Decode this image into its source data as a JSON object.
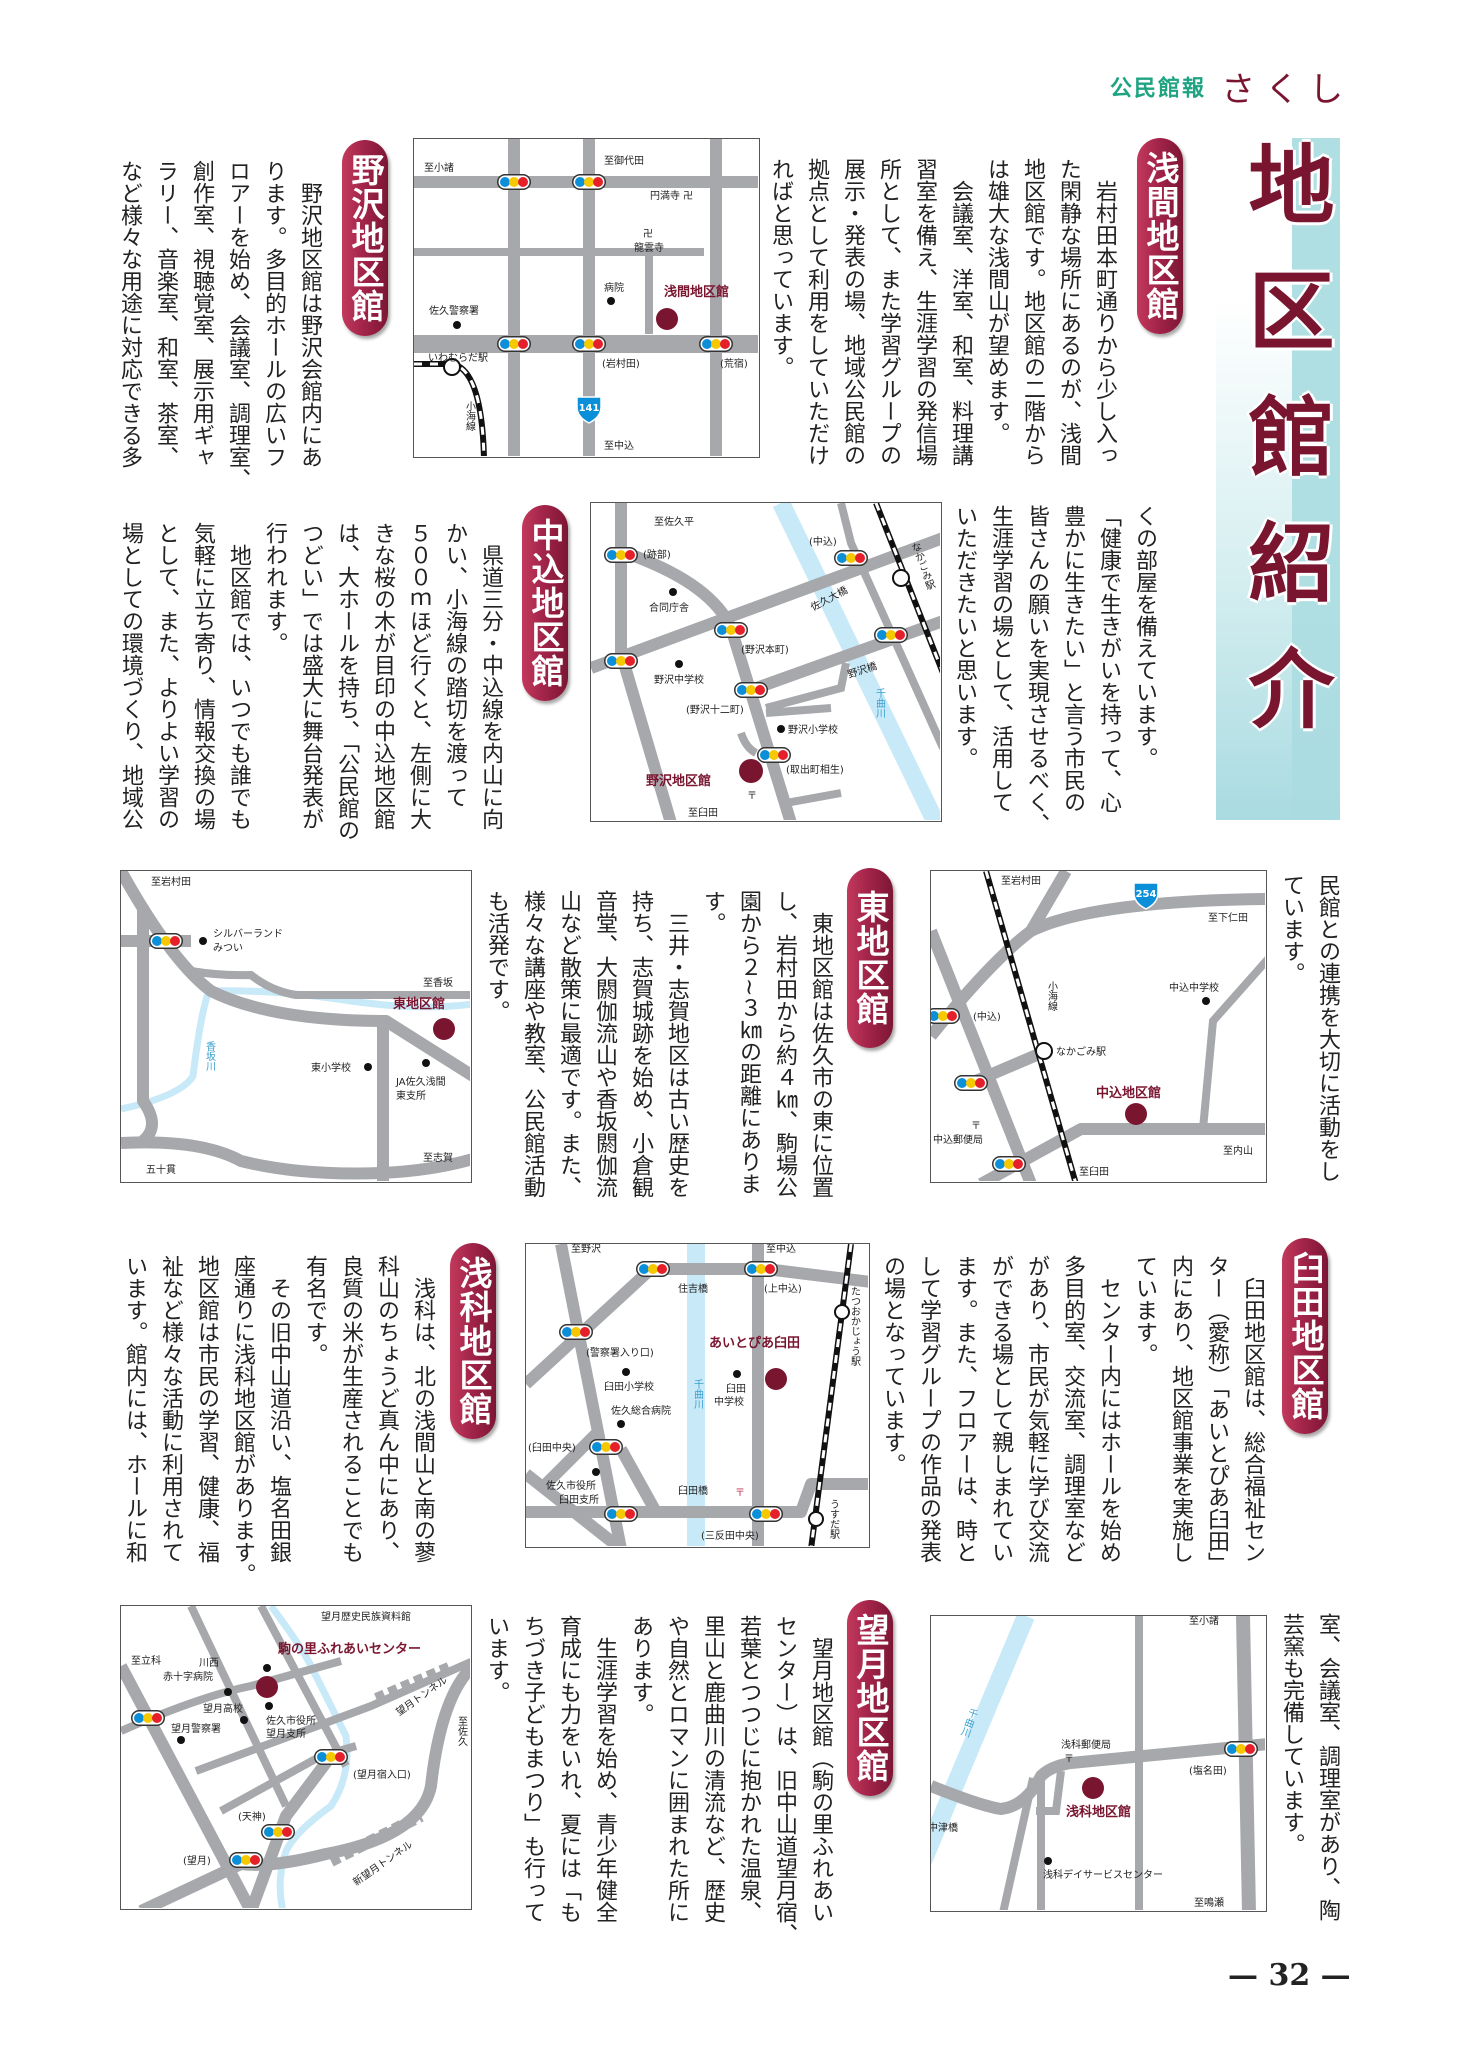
{
  "header": {
    "publication": "公民館報",
    "name": "さくし"
  },
  "title": "地区館紹介",
  "page_number": "— 32 —",
  "colors": {
    "maroon": "#7a1530",
    "teal": "#b0dfe3",
    "header_green": "#1fa383"
  },
  "sections": {
    "asama": {
      "badge": "浅間地区館",
      "text": "　岩村田本町通りから少し入っ\nた閑静な場所にあるのが、浅間\n地区館です。地区館の二階から\nは雄大な浅間山が望めます。\n　会議室、洋室、和室、料理講\n習室を備え、生涯学習の発信場\n所として、また学習グループの\n展示・発表の場、地域公民館の\n拠点として利用をしていただけ\nればと思っています。"
    },
    "nozawa": {
      "badge": "野沢地区館",
      "text": "　野沢地区館は野沢会館内にあ\nります。多目的ホールの広いフ\nロアーを始め、会議室、調理室、\n創作室、視聴覚室、展示用ギャ\nラリー、音楽室、和室、茶室、\nなど様々な用途に対応できる多",
      "text_cont": "くの部屋を備えています。\n「健康で生きがいを持って、心\n豊かに生きたい」と言う市民の\n皆さんの願いを実現させるべく、\n生涯学習の場として、活用して\nいただきたいと思います。"
    },
    "nakagomi": {
      "badge": "中込地区館",
      "text": "　県道三分・中込線を内山に向\nかい、小海線の踏切を渡って\n５００ｍほど行くと、左側に大\nきな桜の木が目印の中込地区館\nは、大ホールを持ち、「公民館の\nつどい」では盛大に舞台発表が\n行われます。\n　地区館では、いつでも誰でも\n気軽に立ち寄り、情報交換の場\nとして、また、よりよい学習の\n場としての環境づくり、地域公",
      "text_cont": "民館との連携を大切に活動をし\nています。"
    },
    "higashi": {
      "badge": "東地区館",
      "text": "　東地区館は佐久市の東に位置\nし、岩村田から約４㎞、駒場公\n園から２~３㎞の距離にありま\nす。\n　三井・志賀地区は古い歴史を\n持ち、志賀城跡を始め、小倉観\n音堂、大閼伽流山や香坂閼伽流\n山など散策に最適です。また、\n様々な講座や教室、公民館活動\nも活発です。"
    },
    "usuda": {
      "badge": "臼田地区館",
      "text": "　臼田地区館は、総合福祉セン\nター（愛称）「あいとぴあ臼田」\n内にあり、地区館事業を実施し\nています。\n　センター内にはホールを始め\n多目的室、交流室、調理室など\nがあり、市民が気軽に学び交流\nができる場として親しまれてい\nます。また、フロアーは、時と\nして学習グループの作品の発表\nの場となっています。"
    },
    "asashina": {
      "badge": "浅科地区館",
      "text": "　浅科は、北の浅間山と南の蓼\n科山のちょうど真ん中にあり、\n良質の米が生産されることでも\n有名です。\n　その旧中山道沿い、塩名田銀\n座通りに浅科地区館があります。\n地区館は市民の学習、健康、福\n祉など様々な活動に利用されて\nいます。館内には、ホールに和",
      "text_cont": "室、会議室、調理室があり、陶\n芸窯も完備しています。"
    },
    "mochizuki": {
      "badge": "望月地区館",
      "text": "　望月地区館（駒の里ふれあい\nセンター）は、旧中山道望月宿、\n若葉とつつじに抱かれた温泉、\n里山と鹿曲川の清流など、歴史\nや自然とロマンに囲まれた所に\nあります。\n　生涯学習を始め、青少年健全\n育成にも力をいれ、夏には「も\nちづき子どもまつり」も行って\nいます。"
    }
  },
  "maps": {
    "asama": {
      "labels": [
        "至小諸",
        "至御代田",
        "円満寺 卍",
        "卍",
        "龍雲寺",
        "病院",
        "浅間地区館",
        "佐久警察署",
        "いわむらだ駅",
        "(岩村田)",
        "(荒宿)",
        "小海線",
        "至中込"
      ],
      "route": "141"
    },
    "nozawa": {
      "labels": [
        "至佐久平",
        "(跡部)",
        "(中込)",
        "なかごみ駅",
        "合同庁舎",
        "佐久大橋",
        "(野沢本町)",
        "野沢中学校",
        "野沢橋",
        "(野沢十二町)",
        "千曲川",
        "野沢小学校",
        "(取出町相生)",
        "野沢地区館",
        "〒",
        "至臼田"
      ]
    },
    "nakagomi": {
      "labels": [
        "至岩村田",
        "至下仁田",
        "小海線",
        "中込中学校",
        "(中込)",
        "なかごみ駅",
        "中込地区館",
        "〒",
        "中込郵便局",
        "至内山",
        "至臼田"
      ],
      "route": "254"
    },
    "higashi": {
      "labels": [
        "至岩村田",
        "シルバーランド",
        "みつい",
        "至香坂",
        "東地区館",
        "香坂川",
        "東小学校",
        "JA佐久浅間",
        "東支所",
        "五十貫",
        "至志賀"
      ]
    },
    "usuda": {
      "labels": [
        "至野沢",
        "至中込",
        "住吉橋",
        "(上中込)",
        "たつおかじょう駅",
        "(警察署入り口)",
        "あいとぴあ臼田",
        "臼田小学校",
        "臼田",
        "中学校",
        "佐久総合病院",
        "千曲川",
        "(臼田中央)",
        "佐久市役所",
        "臼田支所",
        "臼田橋",
        "〒",
        "(三反田中央)",
        "うすだ駅"
      ]
    },
    "asashina": {
      "labels": [
        "至小諸",
        "千曲川",
        "浅科郵便局",
        "〒",
        "(塩名田)",
        "浅科地区館",
        "中津橋",
        "浅科デイサービスセンター",
        "至鳴瀬"
      ]
    },
    "mochizuki": {
      "labels": [
        "望月歴史民族資料館",
        "駒の里ふれあいセンター",
        "至立科",
        "川西",
        "赤十字病院",
        "望月高校",
        "望月警察署",
        "佐久市役所",
        "望月支所",
        "望月トンネル",
        "至佐久",
        "(望月宿入口)",
        "(天神)",
        "(望月)",
        "新望月トンネル"
      ]
    }
  }
}
